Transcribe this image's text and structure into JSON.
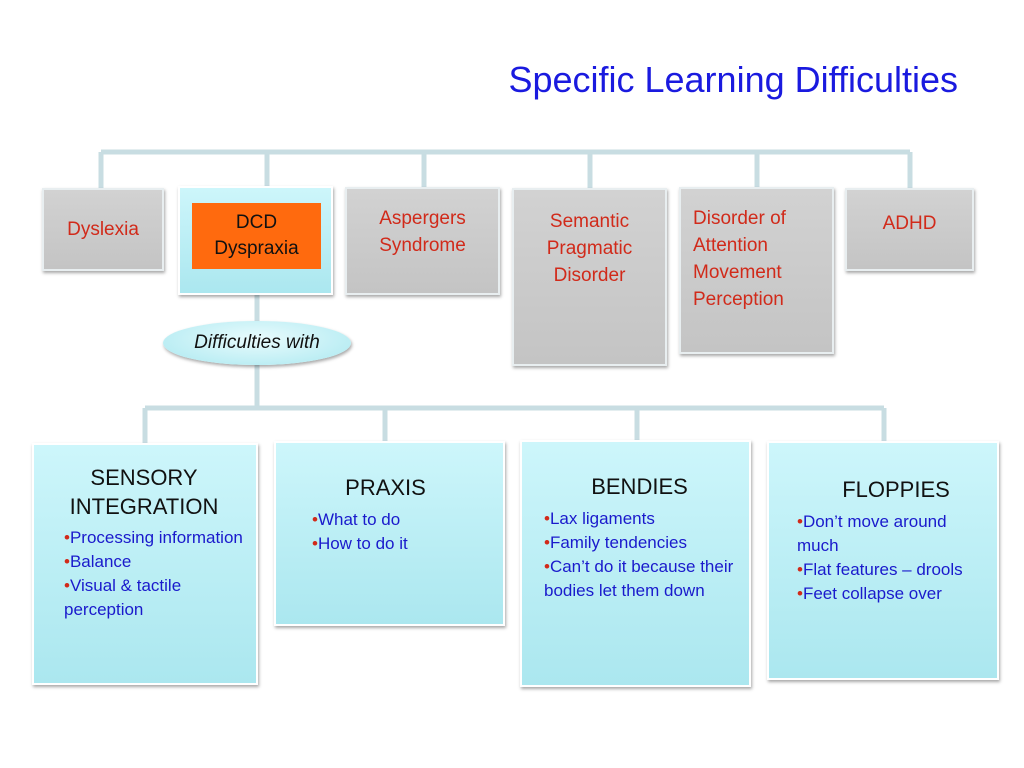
{
  "title": "Specific Learning Difficulties",
  "colors": {
    "title": "#1a1adf",
    "category_text": "#d12a1a",
    "dcd_highlight": "#ff6a0e",
    "bullet_text": "#1a1acc",
    "bullet_marker": "#d12a1a",
    "connector": "#c8dde2"
  },
  "categories": {
    "dyslexia": "Dyslexia",
    "dcd_line1": "DCD",
    "dcd_line2": "Dyspraxia",
    "aspergers_line1": "Aspergers",
    "aspergers_line2": "Syndrome",
    "semantic_line1": "Semantic",
    "semantic_line2": "Pragmatic",
    "semantic_line3": "Disorder",
    "damp_line1": "Disorder of",
    "damp_line2": "Attention",
    "damp_line3": "Movement",
    "damp_line4": "Perception",
    "adhd": "ADHD"
  },
  "difficulties_label": "Difficulties with",
  "bullet_marker": "•",
  "cards": {
    "sensory": {
      "title_line1": "SENSORY",
      "title_line2": "INTEGRATION",
      "items": [
        "Processing information",
        "Balance",
        "Visual & tactile perception"
      ]
    },
    "praxis": {
      "title": "PRAXIS",
      "items": [
        "What to do",
        "How to do it"
      ]
    },
    "bendies": {
      "title": "BENDIES",
      "items": [
        "Lax ligaments",
        "Family tendencies",
        "Can’t do it because their bodies let them down"
      ]
    },
    "floppies": {
      "title": "FLOPPIES",
      "items": [
        "Don’t move around much",
        "Flat features – drools",
        "Feet collapse over"
      ]
    }
  }
}
